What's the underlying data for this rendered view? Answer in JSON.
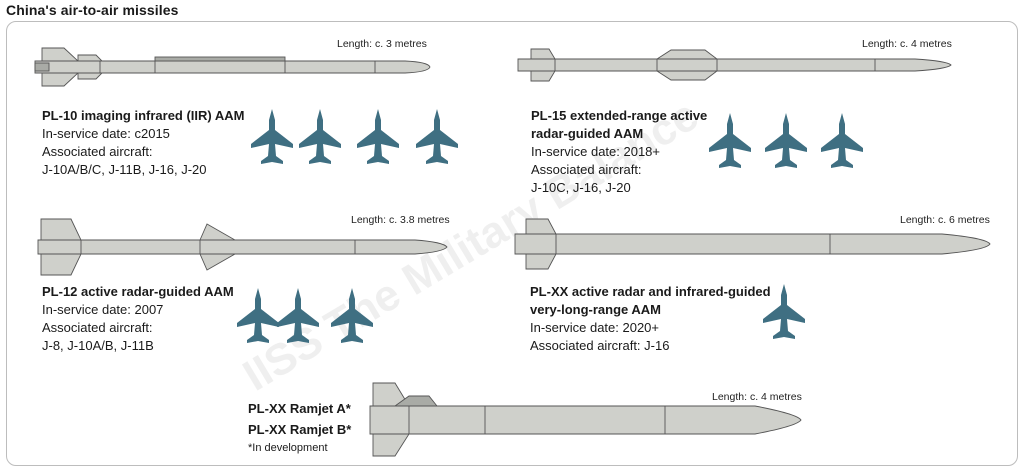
{
  "title": "China's air-to-air missiles",
  "watermark": "IISS The Military Balance",
  "colors": {
    "missile_fill": "#cfd0cb",
    "missile_dark": "#a9aba6",
    "missile_stroke": "#555555",
    "aircraft": "#3f6f82",
    "border": "#bdbdbd"
  },
  "missiles": [
    {
      "name": "PL-10 imaging infrared (IIR) AAM",
      "length": "Length: c. 3 metres",
      "service": "In-service date: c2015",
      "aircraft_label": "Associated aircraft:",
      "aircraft": "J-10A/B/C, J-11B, J-16, J-20"
    },
    {
      "name_line1": "PL-15 extended-range active",
      "name_line2": "radar-guided AAM",
      "length": "Length: c. 4 metres",
      "service": "In-service date: 2018+",
      "aircraft_label": "Associated aircraft:",
      "aircraft": "J-10C, J-16, J-20"
    },
    {
      "name": "PL-12 active radar-guided AAM",
      "length": "Length: c. 3.8 metres",
      "service": "In-service date: 2007",
      "aircraft_label": "Associated aircraft:",
      "aircraft": "J-8, J-10A/B, J-11B"
    },
    {
      "name_line1": "PL-XX active radar and infrared-guided",
      "name_line2": "very-long-range AAM",
      "length": "Length: c. 6 metres",
      "service": "In-service date: 2020+",
      "aircraft_label": "Associated aircraft: J-16"
    },
    {
      "name_line1": "PL-XX Ramjet A*",
      "name_line2": "PL-XX Ramjet B*",
      "length": "Length: c. 4 metres",
      "note": "*In development"
    }
  ]
}
